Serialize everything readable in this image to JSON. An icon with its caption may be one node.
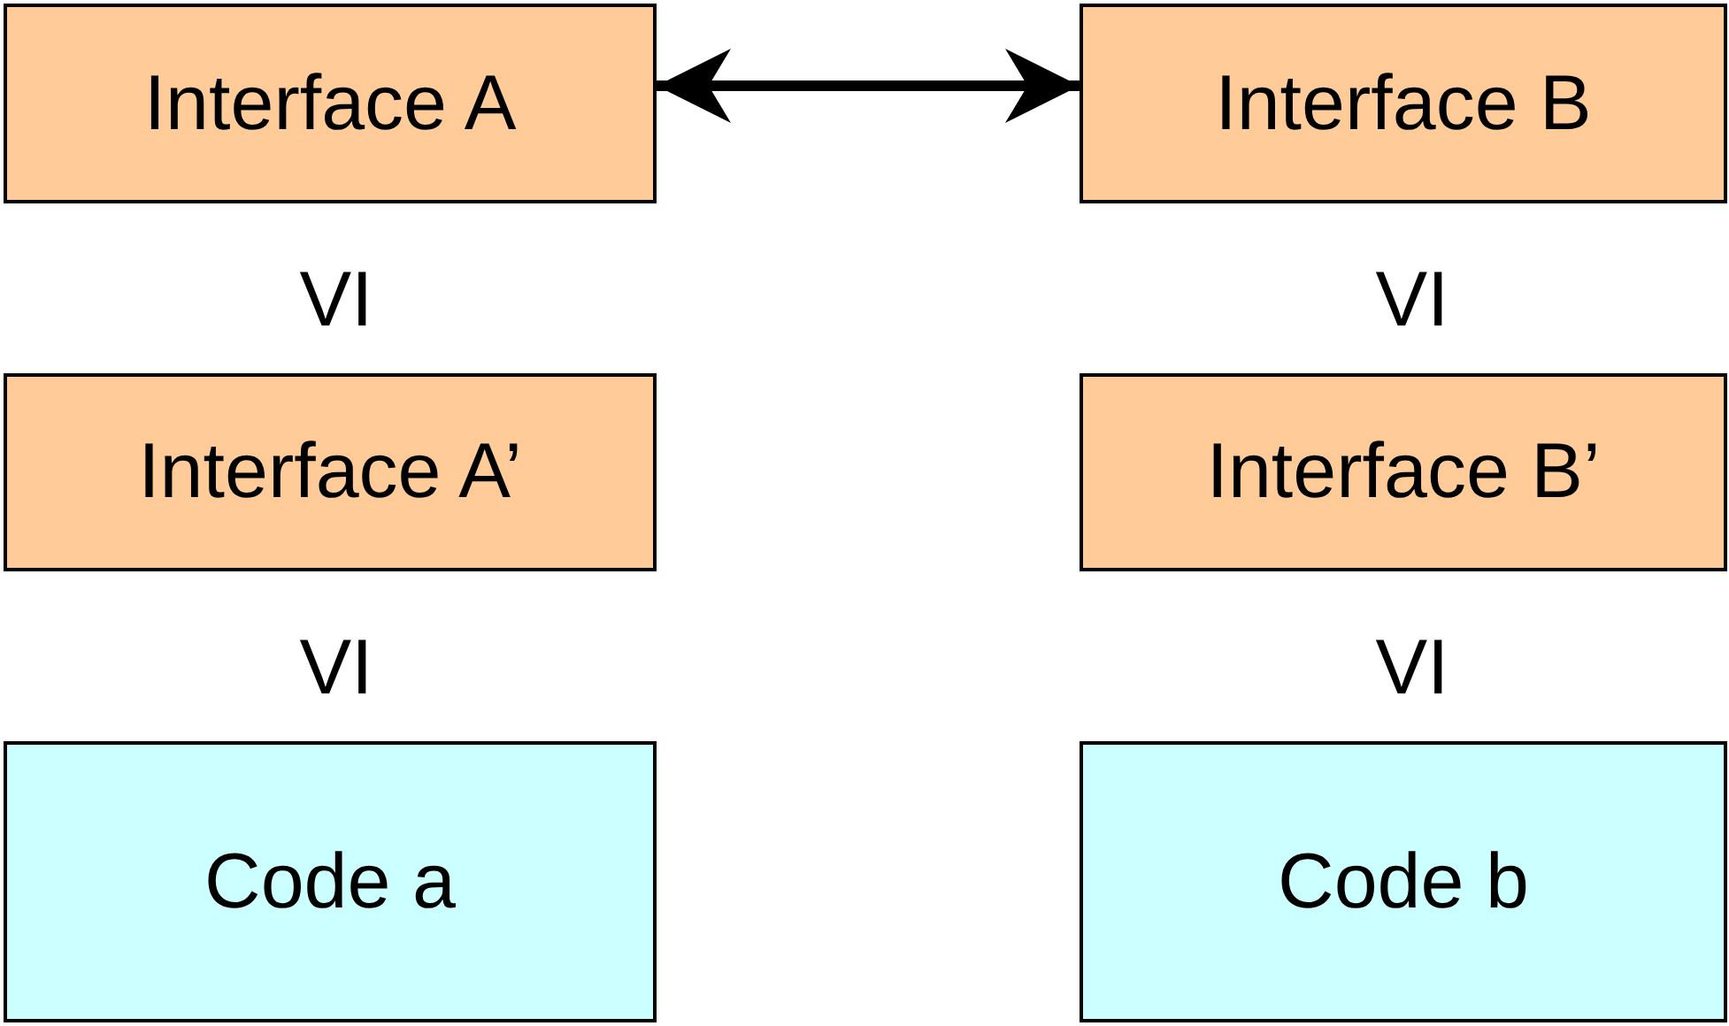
{
  "diagram": {
    "nodes": [
      {
        "text": [
          "Interface A"
        ]
      },
      {
        "text": [
          "Interface B"
        ]
      },
      {
        "text": [
          "Interface A’"
        ]
      },
      {
        "text": [
          "Interface B’"
        ]
      },
      {
        "text": [
          "Code a"
        ]
      },
      {
        "text": [
          "Code b"
        ]
      }
    ],
    "edges": [
      {
        "from": 0,
        "to": 1,
        "arrow": "both"
      }
    ],
    "labels": [
      "VI",
      "VI",
      "VI",
      "VI"
    ]
  }
}
